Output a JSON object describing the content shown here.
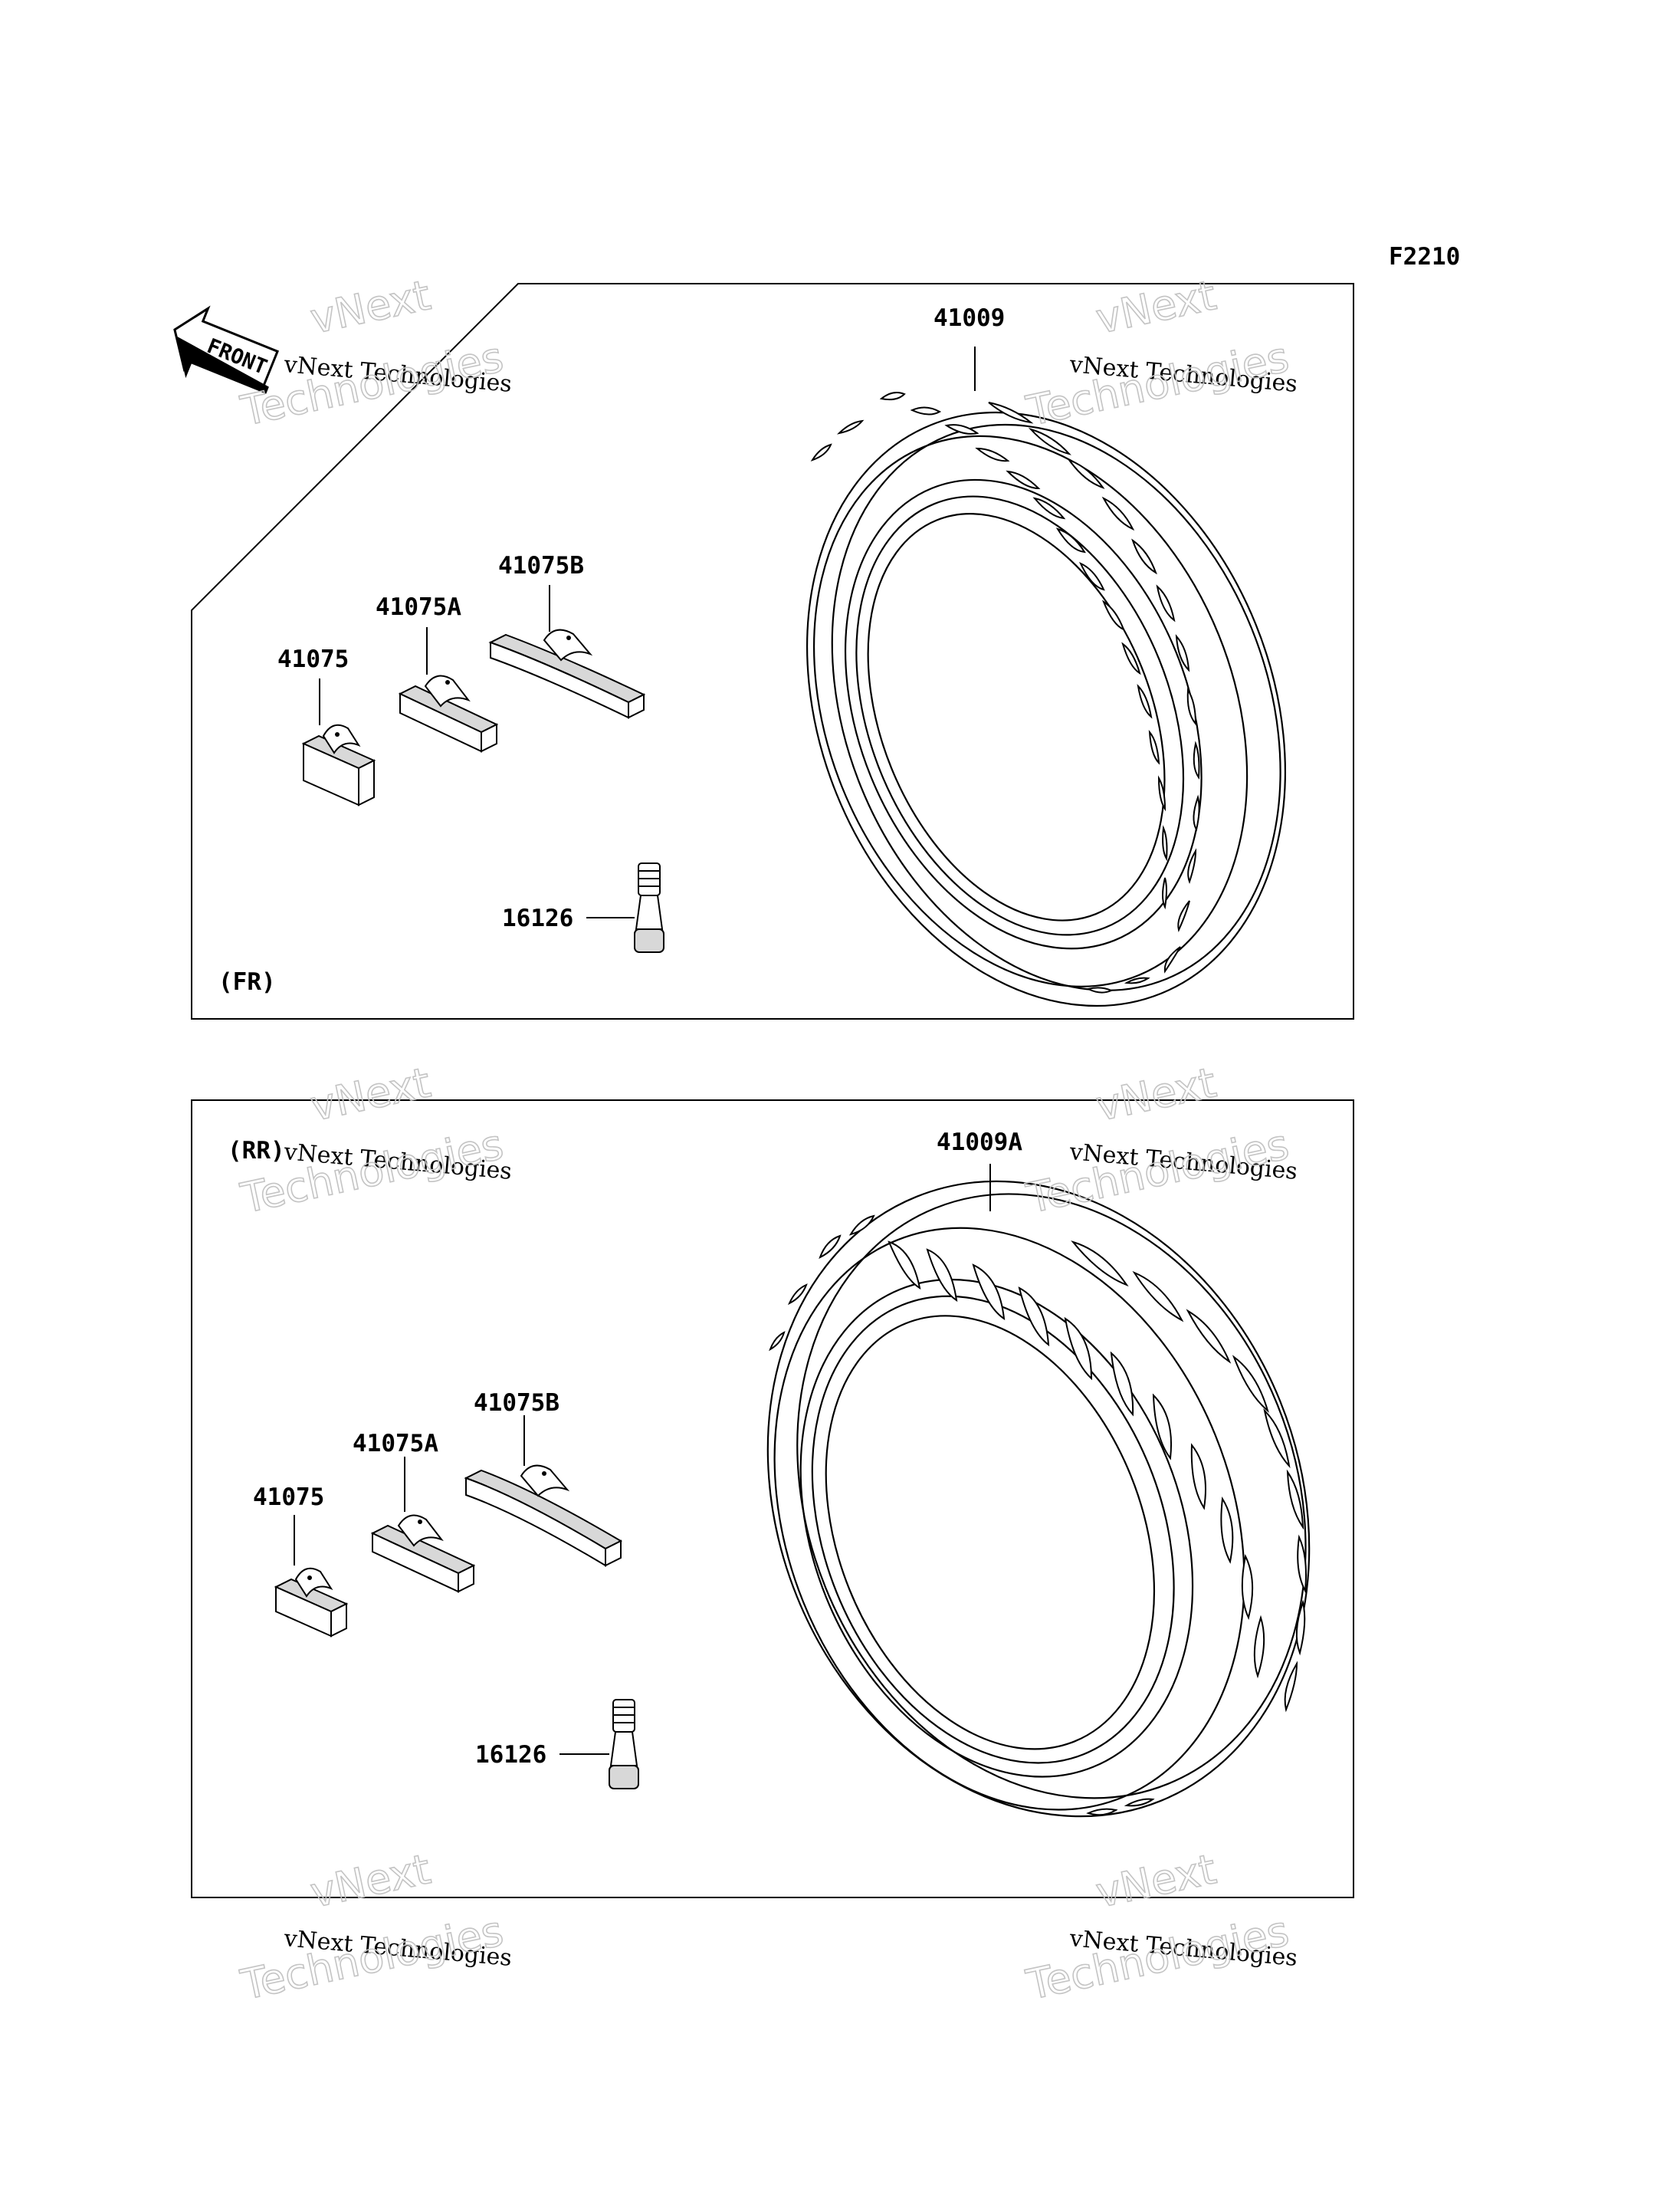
{
  "figure_code": "F2210",
  "front_arrow_label": "FRONT",
  "watermark": {
    "line1": "vNext",
    "line2": "vNext Technologies",
    "line3": "Technologies"
  },
  "panels": [
    {
      "id": "front",
      "section_label": "(FR)",
      "tire_part": "41009",
      "weight_parts": [
        "41075",
        "41075A",
        "41075B"
      ],
      "valve_part": "16126"
    },
    {
      "id": "rear",
      "section_label": "(RR)",
      "tire_part": "41009A",
      "weight_parts": [
        "41075",
        "41075A",
        "41075B"
      ],
      "valve_part": "16126"
    }
  ]
}
